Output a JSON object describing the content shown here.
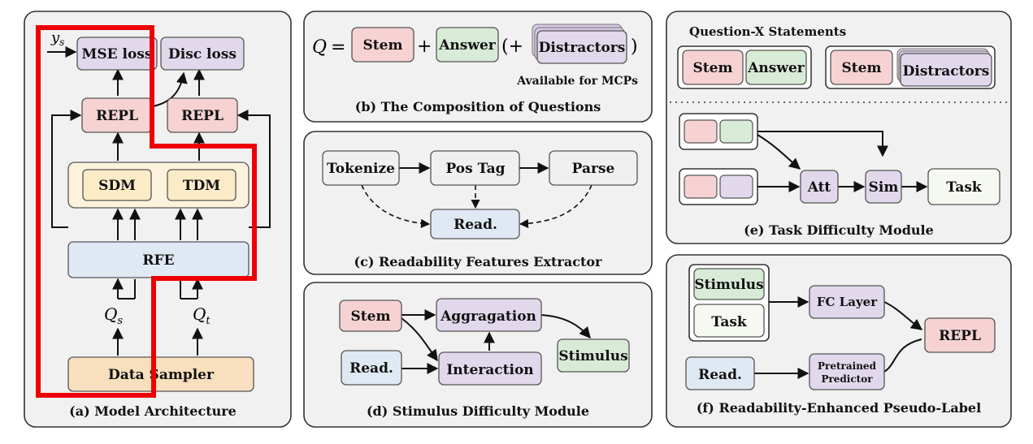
{
  "colors": {
    "red_box": "#f6d2d2",
    "green_box": "#d8ebd6",
    "purple_box": "#e1d8ec",
    "blue_box": "#dfe9f4",
    "gray_box": "#f0f0f0",
    "yellow_box": "#fbebc7",
    "orange_box": "#f8dfbd",
    "highlight": "#ee0000"
  },
  "panel_a": {
    "caption": "(a) Model Architecture",
    "ys": "y",
    "ys_sub": "s",
    "mse_loss": "MSE loss",
    "disc_loss": "Disc loss",
    "repl_left": "REPL",
    "repl_right": "REPL",
    "sdm": "SDM",
    "tdm": "TDM",
    "rfe": "RFE",
    "qs": "Q",
    "qs_sub": "s",
    "qt": "Q",
    "qt_sub": "t",
    "data_sampler": "Data Sampler"
  },
  "panel_b": {
    "caption": "(b) The Composition of Questions",
    "q": "Q",
    "eq": "=",
    "stem": "Stem",
    "plus1": "+",
    "answer": "Answer",
    "paren_open": "(+",
    "distractors": "Distractors",
    "paren_close": ")",
    "note": "Available for MCPs"
  },
  "panel_c": {
    "caption": "(c) Readability Features Extractor",
    "tokenize": "Tokenize",
    "pos_tag": "Pos Tag",
    "parse": "Parse",
    "read": "Read."
  },
  "panel_d": {
    "caption": "(d) Stimulus Difficulty Module",
    "stem": "Stem",
    "read": "Read.",
    "aggragation": "Aggragation",
    "interaction": "Interaction",
    "stimulus": "Stimulus"
  },
  "panel_e": {
    "caption": "(e) Task Difficulty Module",
    "header": "Question-X Statements",
    "stem1": "Stem",
    "answer": "Answer",
    "stem2": "Stem",
    "distractors": "Distractors",
    "att": "Att",
    "sim": "Sim",
    "task": "Task"
  },
  "panel_f": {
    "caption": "(f) Readability-Enhanced Pseudo-Label",
    "stimulus": "Stimulus",
    "task": "Task",
    "fc_layer": "FC Layer",
    "read": "Read.",
    "pretrained_1": "Pretrained",
    "pretrained_2": "Predictor",
    "repl": "REPL"
  }
}
